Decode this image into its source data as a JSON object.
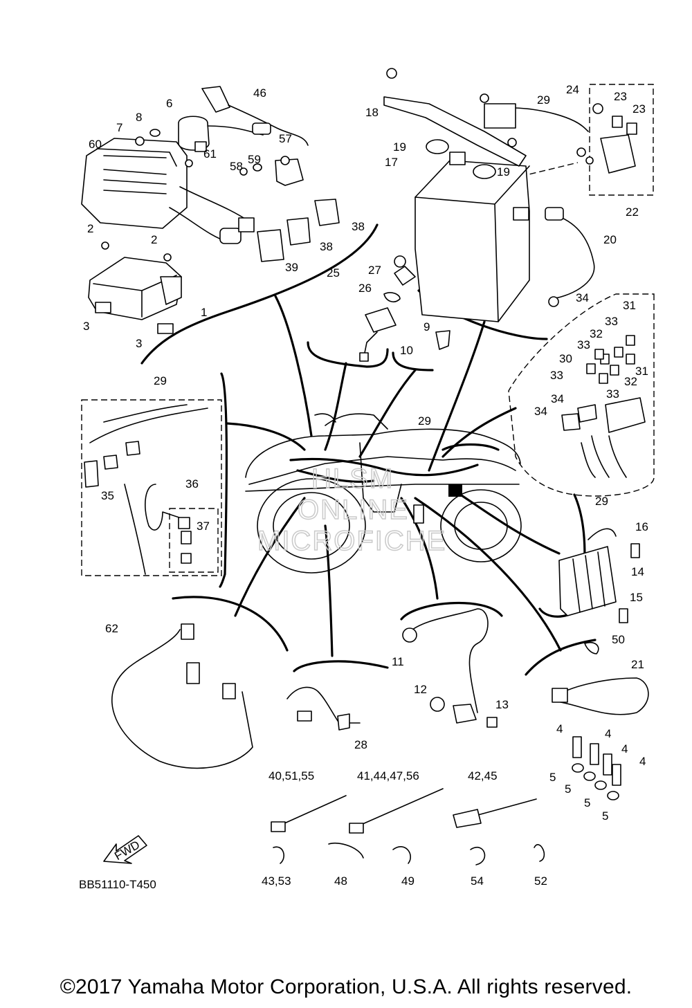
{
  "diagram": {
    "code": "BB51110-T450",
    "watermark": [
      "HLSM",
      "ONLINE",
      "MICROFICHE"
    ],
    "fwd_label": "FWD",
    "callouts": [
      "46",
      "6",
      "8",
      "7",
      "60",
      "61",
      "58",
      "59",
      "57",
      "38",
      "38",
      "39",
      "2",
      "2",
      "1",
      "3",
      "3",
      "18",
      "29",
      "24",
      "23",
      "23",
      "19",
      "19",
      "17",
      "22",
      "20",
      "27",
      "25",
      "26",
      "9",
      "10",
      "34",
      "31",
      "33",
      "32",
      "33",
      "30",
      "31",
      "33",
      "32",
      "33",
      "34",
      "34",
      "29",
      "29",
      "35",
      "36",
      "37",
      "29",
      "16",
      "14",
      "15",
      "62",
      "50",
      "21",
      "11",
      "12",
      "13",
      "4",
      "4",
      "4",
      "4",
      "5",
      "5",
      "5",
      "5",
      "28",
      "40,51,55",
      "41,44,47,56",
      "42,45",
      "43,53",
      "48",
      "49",
      "54",
      "52"
    ]
  },
  "footer": {
    "copyright": "©2017 Yamaha Motor Corporation, U.S.A. All rights reserved."
  }
}
